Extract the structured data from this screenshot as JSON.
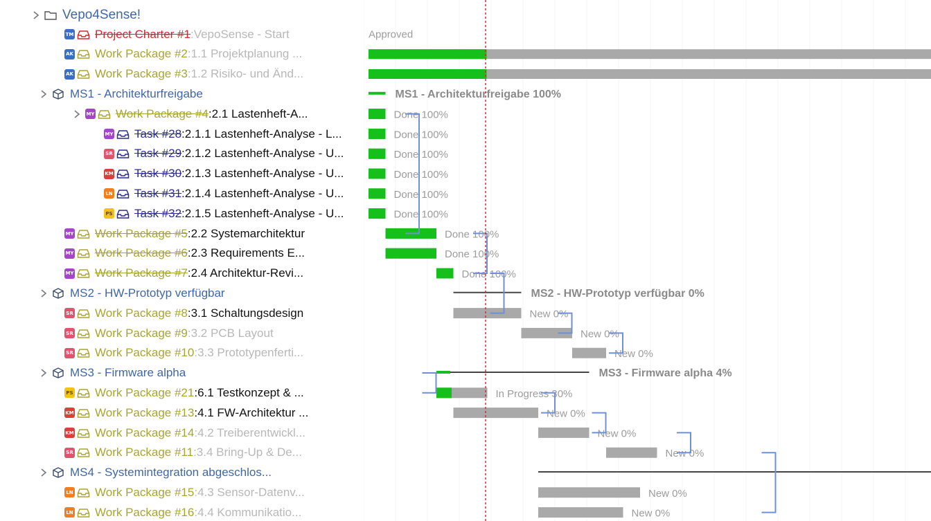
{
  "project": {
    "name": "Vepo4Sense!"
  },
  "rows": [
    {
      "kind": "wp",
      "badge": "TM",
      "badge_color": "#3a6fc4",
      "icon_color": "#d6252f",
      "title": "Project Charter #1",
      "title_style": "red-strike",
      "subject": "VepoSense - Start",
      "subject_style": "dim",
      "indent": 2
    },
    {
      "kind": "wp",
      "badge": "AK",
      "badge_color": "#3a6fc4",
      "icon_color": "#a8a434",
      "title": "Work Package #2",
      "title_style": "olive",
      "subject": "1.1 Projektplanung ...",
      "subject_style": "dim",
      "indent": 2
    },
    {
      "kind": "wp",
      "badge": "AK",
      "badge_color": "#3a6fc4",
      "icon_color": "#a8a434",
      "title": "Work Package #3",
      "title_style": "olive",
      "subject": "1.2 Risiko- und Änd...",
      "subject_style": "dim",
      "indent": 2
    },
    {
      "kind": "ms",
      "title": "MS1 - Architekturfreigabe",
      "indent": 1,
      "expand": true
    },
    {
      "kind": "wp",
      "badge": "MY",
      "badge_color": "#a347c8",
      "icon_color": "#a8a434",
      "title": "Work Package #4",
      "title_style": "olive-strike",
      "subject": "2.1 Lastenheft-A...",
      "subject_style": "dark",
      "indent": 2,
      "expand": true
    },
    {
      "kind": "wp",
      "badge": "MY",
      "badge_color": "#a347c8",
      "icon_color": "#2c2c8c",
      "title": "Task #28",
      "title_style": "navy-strike",
      "subject": "2.1.1 Lastenheft-Analyse - L...",
      "subject_style": "dark",
      "indent": 3
    },
    {
      "kind": "wp",
      "badge": "SR",
      "badge_color": "#e0546e",
      "icon_color": "#2c2c8c",
      "title": "Task #29",
      "title_style": "navy-strike",
      "subject": "2.1.2 Lastenheft-Analyse - U...",
      "subject_style": "dark",
      "indent": 3
    },
    {
      "kind": "wp",
      "badge": "KM",
      "badge_color": "#d8403a",
      "icon_color": "#2c2c8c",
      "title": "Task #30",
      "title_style": "navy-strike",
      "subject": "2.1.3 Lastenheft-Analyse - U...",
      "subject_style": "dark",
      "indent": 3
    },
    {
      "kind": "wp",
      "badge": "LN",
      "badge_color": "#ef7f22",
      "icon_color": "#2c2c8c",
      "title": "Task #31",
      "title_style": "navy-strike",
      "subject": "2.1.4 Lastenheft-Analyse - U...",
      "subject_style": "dark",
      "indent": 3
    },
    {
      "kind": "wp",
      "badge": "PS",
      "badge_color": "#f2c21a",
      "icon_color": "#2c2c8c",
      "title": "Task #32",
      "title_style": "navy-strike",
      "subject": "2.1.5 Lastenheft-Analyse - U...",
      "subject_style": "dark",
      "indent": 3
    },
    {
      "kind": "wp",
      "badge": "MY",
      "badge_color": "#a347c8",
      "icon_color": "#a8a434",
      "title": "Work Package #5",
      "title_style": "olive-strike",
      "subject": "2.2 Systemarchitektur",
      "subject_style": "dark",
      "indent": 2
    },
    {
      "kind": "wp",
      "badge": "MY",
      "badge_color": "#a347c8",
      "icon_color": "#a8a434",
      "title": "Work Package #6",
      "title_style": "olive-strike",
      "subject": "2.3 Requirements E...",
      "subject_style": "dark",
      "indent": 2
    },
    {
      "kind": "wp",
      "badge": "MY",
      "badge_color": "#a347c8",
      "icon_color": "#a8a434",
      "title": "Work Package #7",
      "title_style": "olive-strike",
      "subject": "2.4 Architektur-Revi...",
      "subject_style": "dark",
      "indent": 2
    },
    {
      "kind": "ms",
      "title": "MS2 - HW-Prototyp verfügbar",
      "indent": 1,
      "expand": true
    },
    {
      "kind": "wp",
      "badge": "SR",
      "badge_color": "#e0546e",
      "icon_color": "#a8a434",
      "title": "Work Package #8",
      "title_style": "olive",
      "subject": "3.1 Schaltungsdesign",
      "subject_style": "dark",
      "indent": 2
    },
    {
      "kind": "wp",
      "badge": "SR",
      "badge_color": "#e0546e",
      "icon_color": "#a8a434",
      "title": "Work Package #9",
      "title_style": "olive",
      "subject": "3.2 PCB Layout",
      "subject_style": "dim",
      "indent": 2
    },
    {
      "kind": "wp",
      "badge": "SR",
      "badge_color": "#e0546e",
      "icon_color": "#a8a434",
      "title": "Work Package #10",
      "title_style": "olive",
      "subject": "3.3 Prototypenferti...",
      "subject_style": "dim",
      "indent": 2
    },
    {
      "kind": "ms",
      "title": "MS3 - Firmware alpha",
      "indent": 1,
      "expand": true
    },
    {
      "kind": "wp",
      "badge": "PS",
      "badge_color": "#f2c21a",
      "icon_color": "#a8a434",
      "title": "Work Package #21",
      "title_style": "olive",
      "subject": "6.1 Testkonzept & ...",
      "subject_style": "dark",
      "indent": 2
    },
    {
      "kind": "wp",
      "badge": "KM",
      "badge_color": "#d8403a",
      "icon_color": "#a8a434",
      "title": "Work Package #13",
      "title_style": "olive",
      "subject": "4.1 FW-Architektur ...",
      "subject_style": "dark",
      "indent": 2
    },
    {
      "kind": "wp",
      "badge": "KM",
      "badge_color": "#d8403a",
      "icon_color": "#a8a434",
      "title": "Work Package #14",
      "title_style": "olive",
      "subject": "4.2 Treiberentwickl...",
      "subject_style": "dim",
      "indent": 2
    },
    {
      "kind": "wp",
      "badge": "SR",
      "badge_color": "#e0546e",
      "icon_color": "#a8a434",
      "title": "Work Package #11",
      "title_style": "olive",
      "subject": "3.4 Bring-Up & De...",
      "subject_style": "dim",
      "indent": 2
    },
    {
      "kind": "ms",
      "title": "MS4 - Systemintegration abgeschlos...",
      "indent": 1,
      "expand": true
    },
    {
      "kind": "wp",
      "badge": "LN",
      "badge_color": "#ef7f22",
      "icon_color": "#a8a434",
      "title": "Work Package #15",
      "title_style": "olive",
      "subject": "4.3 Sensor-Datenv...",
      "subject_style": "dim",
      "indent": 2
    },
    {
      "kind": "wp",
      "badge": "LN",
      "badge_color": "#ef7f22",
      "icon_color": "#a8a434",
      "title": "Work Package #16",
      "title_style": "olive",
      "subject": "4.4 Kommunikatio...",
      "subject_style": "dim",
      "indent": 2
    }
  ],
  "gantt": {
    "today_line_color": "#c8282d",
    "colors": {
      "done": "#16c01a",
      "todo": "#a9a9a9",
      "late": "#f0636a",
      "link": "#6f8fd9",
      "ms_line": "#444444"
    },
    "items": [
      {
        "type": "label",
        "label": "Approved"
      },
      {
        "type": "bar",
        "start": 0,
        "end": null,
        "done": 0.21,
        "label": ""
      },
      {
        "type": "bar",
        "start": 0,
        "end": null,
        "done": 0.21,
        "label": ""
      },
      {
        "type": "ms",
        "start": 0,
        "end": 1,
        "done": 1.0,
        "label": "MS1 - Architekturfreigabe 100%"
      },
      {
        "type": "bar",
        "start": 0,
        "end": 1,
        "done": 1.0,
        "label": "Done 100%"
      },
      {
        "type": "bar",
        "start": 0,
        "end": 1,
        "done": 1.0,
        "label": "Done 100%"
      },
      {
        "type": "bar",
        "start": 0,
        "end": 1,
        "done": 1.0,
        "label": "Done 100%"
      },
      {
        "type": "bar",
        "start": 0,
        "end": 1,
        "done": 1.0,
        "label": "Done 100%"
      },
      {
        "type": "bar",
        "start": 0,
        "end": 1,
        "done": 1.0,
        "label": "Done 100%"
      },
      {
        "type": "bar",
        "start": 0,
        "end": 1,
        "done": 1.0,
        "label": "Done 100%"
      },
      {
        "type": "bar",
        "start": 1,
        "end": 4,
        "done": 1.0,
        "label": "Done 100%"
      },
      {
        "type": "bar",
        "start": 1,
        "end": 4,
        "done": 1.0,
        "label": "Done 100%"
      },
      {
        "type": "bar",
        "start": 4,
        "end": 5,
        "done": 1.0,
        "label": "Done 100%"
      },
      {
        "type": "ms",
        "start": 5,
        "end": 9,
        "done": 0,
        "label": "MS2 - HW-Prototyp verfügbar 0%"
      },
      {
        "type": "bar",
        "start": 5,
        "end": 9,
        "done": 0,
        "label": "New 0%"
      },
      {
        "type": "bar",
        "start": 9,
        "end": 12,
        "done": 0,
        "label": "New 0%"
      },
      {
        "type": "bar",
        "start": 12,
        "end": 14,
        "done": 0,
        "label": "New 0%"
      },
      {
        "type": "ms",
        "start": 4,
        "end": 13,
        "done": 0.04,
        "label": "MS3 - Firmware alpha 4%"
      },
      {
        "type": "bar",
        "start": 4,
        "end": 7,
        "done": 0.3,
        "label": "In Progress 30%"
      },
      {
        "type": "bar",
        "start": 5,
        "end": 10,
        "done": 0,
        "label": "New 0%"
      },
      {
        "type": "bar",
        "start": 10,
        "end": 13,
        "done": 0,
        "label": "New 0%"
      },
      {
        "type": "bar",
        "start": 14,
        "end": 17,
        "done": 0,
        "label": "New 0%"
      },
      {
        "type": "ms",
        "start": 10,
        "end": null,
        "done": 0,
        "label": ""
      },
      {
        "type": "bar",
        "start": 10,
        "end": 16,
        "done": 0,
        "label": "New 0%"
      },
      {
        "type": "bar",
        "start": 10,
        "end": 15,
        "done": 0,
        "label": "New 0%"
      }
    ]
  }
}
